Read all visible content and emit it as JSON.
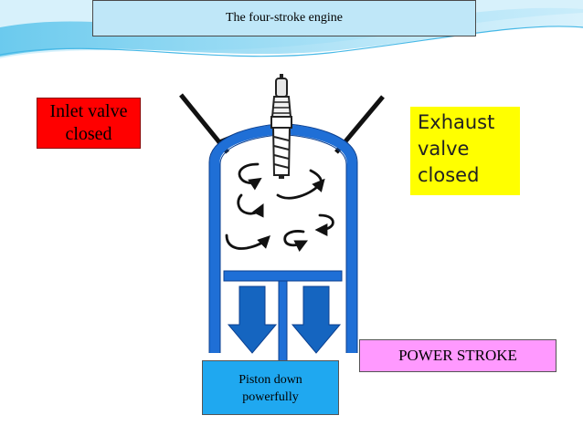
{
  "slide": {
    "title": "The four-stroke engine",
    "labels": {
      "inlet_line1": "Inlet valve",
      "inlet_line2": "closed",
      "exhaust_line1": "Exhaust",
      "exhaust_line2": "valve",
      "exhaust_line3": "closed",
      "stroke": "POWER STROKE",
      "piston_line1": "Piston down",
      "piston_line2": "powerfully"
    },
    "colors": {
      "cylinder_blue": "#1f6fd6",
      "arrow_blue": "#1565c0",
      "inlet_red": "#ff0000",
      "exhaust_yellow": "#ffff00",
      "stroke_pink": "#ff99ff",
      "piston_label_blue": "#1fa8f0",
      "title_bg": "#bfe7f8"
    },
    "icons": [
      "spark-plug-icon",
      "swirl-arrow-icon",
      "down-arrow-icon"
    ]
  }
}
